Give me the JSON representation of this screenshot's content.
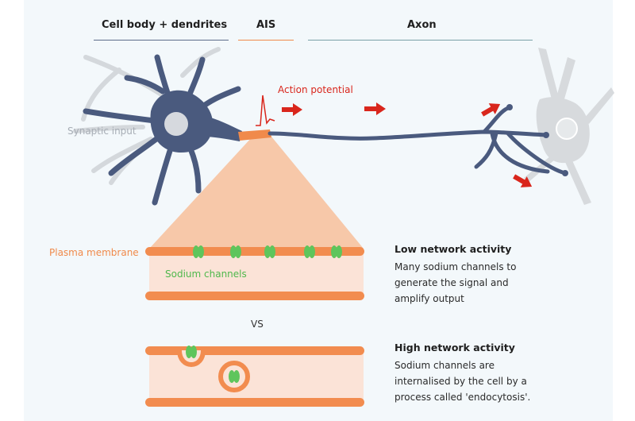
{
  "headers": {
    "cell_body": "Cell body + dendrites",
    "ais": "AIS",
    "axon": "Axon"
  },
  "labels": {
    "action_potential": "Action potential",
    "synaptic_input": "Synaptic input",
    "plasma_membrane": "Plasma membrane",
    "sodium_channels": "Sodium channels",
    "vs": "VS"
  },
  "low_activity": {
    "title": "Low network activity",
    "description": "Many sodium channels to generate the signal and amplify output"
  },
  "high_activity": {
    "title": "High network activity",
    "description": "Sodium channels are internalised  by the cell by a process  called 'endocytosis'."
  },
  "colors": {
    "neuron": "#4a5a7e",
    "ais": "#f08a4b",
    "membrane": "#f28c4f",
    "membrane_fill": "#fbe3d7",
    "channel": "#5fc55c",
    "arrow": "#d9261c",
    "faded": "#d7dadd",
    "cone": "#f7c8a9"
  }
}
